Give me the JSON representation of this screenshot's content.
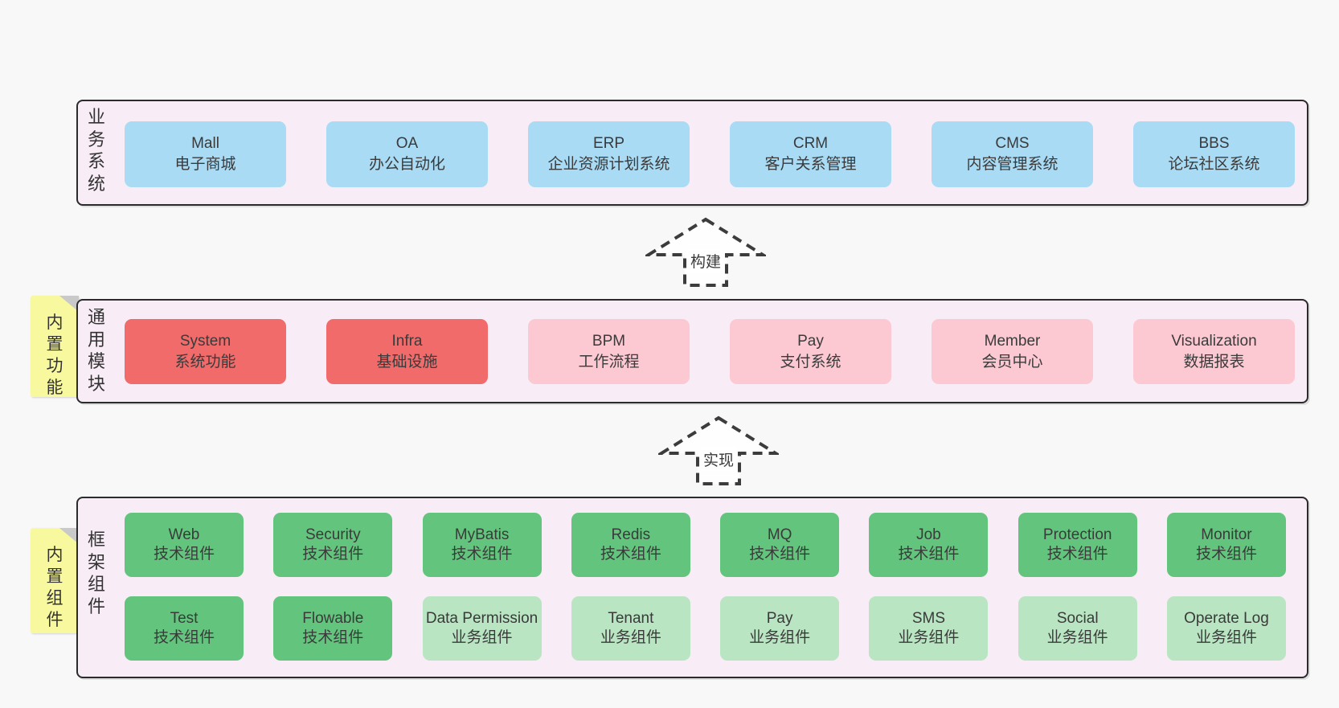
{
  "diagram": {
    "bands": [
      {
        "id": "business-systems",
        "label": "业务系统",
        "boxes": [
          {
            "en": "Mall",
            "zh": "电子商城"
          },
          {
            "en": "OA",
            "zh": "办公自动化"
          },
          {
            "en": "ERP",
            "zh": "企业资源计划系统"
          },
          {
            "en": "CRM",
            "zh": "客户关系管理"
          },
          {
            "en": "CMS",
            "zh": "内容管理系统"
          },
          {
            "en": "BBS",
            "zh": "论坛社区系统"
          }
        ]
      },
      {
        "id": "common-modules",
        "label": "通用模块",
        "sticky": "内置功能",
        "boxes": [
          {
            "en": "System",
            "zh": "系统功能"
          },
          {
            "en": "Infra",
            "zh": "基础设施"
          },
          {
            "en": "BPM",
            "zh": "工作流程"
          },
          {
            "en": "Pay",
            "zh": "支付系统"
          },
          {
            "en": "Member",
            "zh": "会员中心"
          },
          {
            "en": "Visualization",
            "zh": "数据报表"
          }
        ]
      },
      {
        "id": "framework-components",
        "label": "框架组件",
        "sticky": "内置组件",
        "rows": [
          [
            {
              "en": "Web",
              "zh": "技术组件"
            },
            {
              "en": "Security",
              "zh": "技术组件"
            },
            {
              "en": "MyBatis",
              "zh": "技术组件"
            },
            {
              "en": "Redis",
              "zh": "技术组件"
            },
            {
              "en": "MQ",
              "zh": "技术组件"
            },
            {
              "en": "Job",
              "zh": "技术组件"
            },
            {
              "en": "Protection",
              "zh": "技术组件"
            },
            {
              "en": "Monitor",
              "zh": "技术组件"
            }
          ],
          [
            {
              "en": "Test",
              "zh": "技术组件"
            },
            {
              "en": "Flowable",
              "zh": "技术组件"
            },
            {
              "en": "Data Permission",
              "zh": "业务组件"
            },
            {
              "en": "Tenant",
              "zh": "业务组件"
            },
            {
              "en": "Pay",
              "zh": "业务组件"
            },
            {
              "en": "SMS",
              "zh": "业务组件"
            },
            {
              "en": "Social",
              "zh": "业务组件"
            },
            {
              "en": "Operate Log",
              "zh": "业务组件"
            }
          ]
        ]
      }
    ],
    "arrows": [
      {
        "label": "构建"
      },
      {
        "label": "实现"
      }
    ],
    "colors": {
      "page_bg": "#f8f8f8",
      "band_bg": "#f8edf6",
      "band_border": "#2b2b2b",
      "blue_box": "#a9dbf5",
      "red_box": "#f16b6b",
      "pink_box": "#fcc9d2",
      "green_box": "#63c57d",
      "green_light_box": "#b9e5c2",
      "sticky_yellow": "#f8f89e",
      "sticky_fold_gray": "#c9c9c9",
      "text": "#3a3a3a",
      "arrow_dash": "#3c3c3c"
    }
  }
}
